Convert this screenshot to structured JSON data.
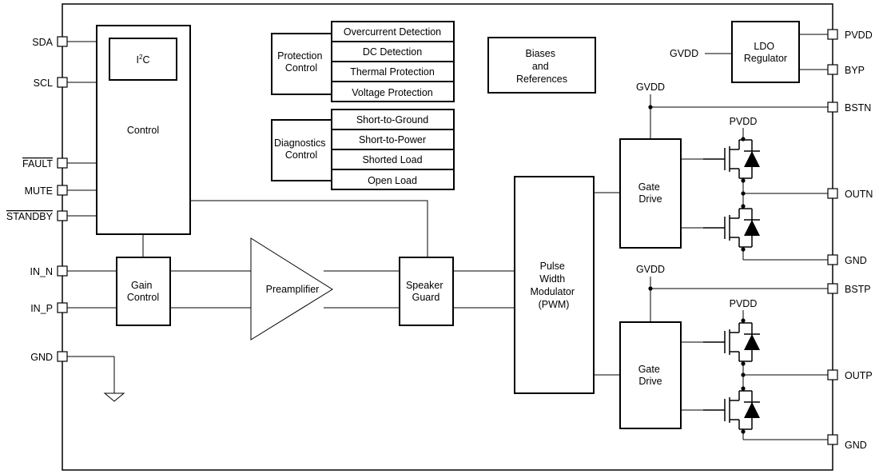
{
  "pins_left": {
    "sda": "SDA",
    "scl": "SCL",
    "fault": "FAULT",
    "mute": "MUTE",
    "standby": "STANDBY",
    "in_n": "IN_N",
    "in_p": "IN_P",
    "gnd": "GND"
  },
  "pins_right": {
    "pvdd": "PVDD",
    "byp": "BYP",
    "bstn": "BSTN",
    "outn": "OUTN",
    "gnd_top": "GND",
    "bstp": "BSTP",
    "outp": "OUTP",
    "gnd_bottom": "GND"
  },
  "blocks": {
    "i2c_main": "I",
    "i2c_sup": "2",
    "i2c_tail": "C",
    "control": "Control",
    "protection_control": [
      "Protection",
      "Control"
    ],
    "protection_items": [
      "Overcurrent Detection",
      "DC Detection",
      "Thermal Protection",
      "Voltage Protection"
    ],
    "diagnostics_control": [
      "Diagnostics",
      "Control"
    ],
    "diagnostics_items": [
      "Short-to-Ground",
      "Short-to-Power",
      "Shorted Load",
      "Open Load"
    ],
    "biases": [
      "Biases",
      "and",
      "References"
    ],
    "ldo": [
      "LDO",
      "Regulator"
    ],
    "gain_control": [
      "Gain",
      "Control"
    ],
    "preamplifier": "Preamplifier",
    "speaker_guard": [
      "Speaker",
      "Guard"
    ],
    "pwm": [
      "Pulse",
      "Width",
      "Modulator",
      "(PWM)"
    ],
    "gate_drive_top": [
      "Gate",
      "Drive"
    ],
    "gate_drive_bottom": [
      "Gate",
      "Drive"
    ]
  },
  "nets": {
    "gvdd_ldo": "GVDD",
    "gvdd_top": "GVDD",
    "gvdd_bottom": "GVDD",
    "pvdd_top": "PVDD",
    "pvdd_bottom": "PVDD"
  }
}
